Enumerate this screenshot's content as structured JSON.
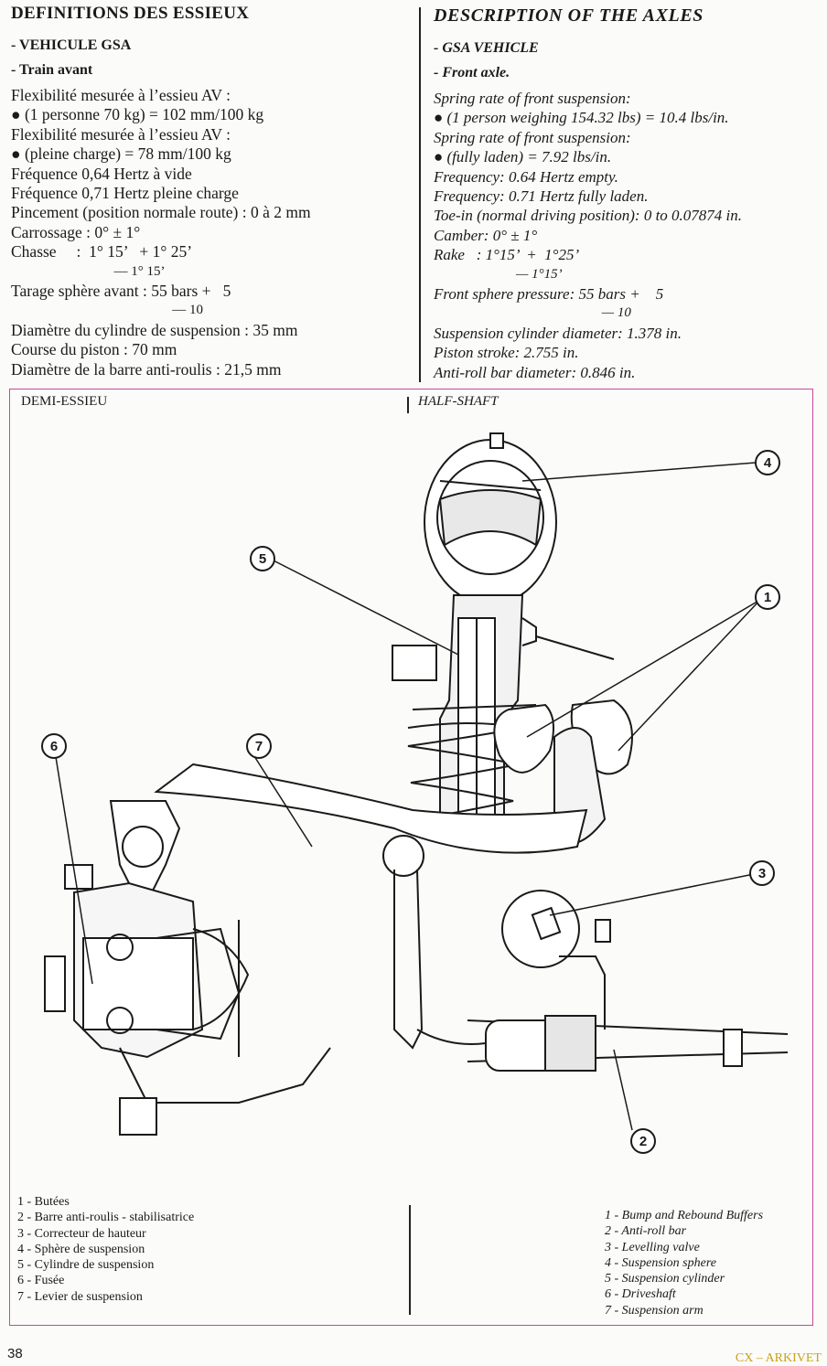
{
  "french": {
    "title": "DEFINITIONS DES ESSIEUX",
    "vehicle": "- VEHICULE GSA",
    "axle": "- Train avant",
    "lines": [
      "Flexibilité mesurée à l’essieu AV :",
      "● (1 personne 70 kg) = 102 mm/100 kg",
      "Flexibilité mesurée à l’essieu AV :",
      "● (pleine charge) = 78 mm/100 kg",
      "Fréquence 0,64 Hertz à vide",
      "Fréquence 0,71 Hertz pleine charge",
      "Pincement (position normale route) : 0 à 2 mm",
      "Carrossage : 0° ± 1°",
      "Chasse     :  1° 15’   + 1° 25’",
      "                              — 1° 15’",
      "Tarage sphère avant : 55 bars +   5",
      "                                               — 10",
      "Diamètre du cylindre de suspension : 35 mm",
      "Course du piston : 70 mm",
      "Diamètre de la barre anti-roulis : 21,5 mm"
    ]
  },
  "english": {
    "title": "DESCRIPTION OF THE AXLES",
    "vehicle": "- GSA VEHICLE",
    "axle": "- Front axle.",
    "lines": [
      "Spring rate of front suspension:",
      "● (1 person weighing 154.32 lbs) = 10.4 lbs/in.",
      "Spring rate of front suspension:",
      "● (fully laden) = 7.92 lbs/in.",
      "Frequency: 0.64 Hertz empty.",
      "Frequency: 0.71 Hertz fully laden.",
      "Toe-in (normal driving position): 0 to 0.07874 in.",
      "Camber: 0° ± 1°",
      "Rake   : 1°15’  +  1°25’",
      "                        — 1°15’",
      "Front sphere pressure: 55 bars +    5",
      "                                                 — 10",
      "Suspension cylinder diameter: 1.378 in.",
      "Piston stroke: 2.755 in.",
      "Anti-roll bar diameter: 0.846 in."
    ]
  },
  "diagram": {
    "label_fr": "DEMI-ESSIEU",
    "label_en": "HALF-SHAFT",
    "callouts": [
      "1",
      "2",
      "3",
      "4",
      "5",
      "6",
      "7"
    ]
  },
  "legend_fr": [
    "1 - Butées",
    "2 - Barre anti-roulis - stabilisatrice",
    "3 - Correcteur de hauteur",
    "4 - Sphère de suspension",
    "5 - Cylindre de suspension",
    "6 - Fusée",
    "7 - Levier de suspension"
  ],
  "legend_en": [
    "1 - Bump and Rebound Buffers",
    "2 - Anti-roll bar",
    "3 - Levelling valve",
    "4 - Suspension sphere",
    "5 - Suspension cylinder",
    "6 - Driveshaft",
    "7 - Suspension arm"
  ],
  "footer": {
    "page_number": "38",
    "brand": "CX – ARKIVET"
  },
  "colors": {
    "frame": "#c8489a",
    "brand": "#c9a21a",
    "ink": "#1a1a1a"
  }
}
